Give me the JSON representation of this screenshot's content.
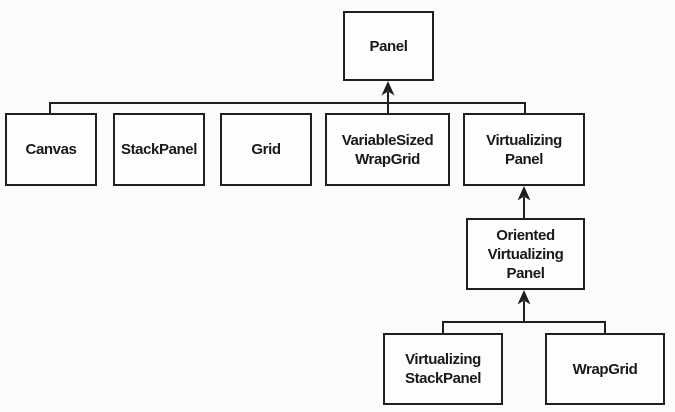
{
  "diagram": {
    "nodes": {
      "panel": {
        "label": "Panel"
      },
      "canvas": {
        "label": "Canvas"
      },
      "stackpanel": {
        "label": "StackPanel"
      },
      "grid": {
        "label": "Grid"
      },
      "variablesizedwrapgrid": {
        "label": "VariableSized\nWrapGrid"
      },
      "virtualizingpanel": {
        "label": "Virtualizing\nPanel"
      },
      "orientedvirtualizingpanel": {
        "label": "Oriented\nVirtualizing\nPanel"
      },
      "virtualizingstackpanel": {
        "label": "Virtualizing\nStackPanel"
      },
      "wrapgrid": {
        "label": "WrapGrid"
      }
    },
    "edges": [
      {
        "from": "canvas",
        "to": "panel"
      },
      {
        "from": "stackpanel",
        "to": "panel"
      },
      {
        "from": "grid",
        "to": "panel"
      },
      {
        "from": "variablesizedwrapgrid",
        "to": "panel"
      },
      {
        "from": "virtualizingpanel",
        "to": "panel"
      },
      {
        "from": "orientedvirtualizingpanel",
        "to": "virtualizingpanel"
      },
      {
        "from": "virtualizingstackpanel",
        "to": "orientedvirtualizingpanel"
      },
      {
        "from": "wrapgrid",
        "to": "orientedvirtualizingpanel"
      }
    ],
    "colors": {
      "line": "#1f1f1f",
      "box_border": "#1f1f1f",
      "box_fill": "#fdfdfd",
      "text": "#1a1a1a",
      "background": "#fbfbfb"
    }
  }
}
